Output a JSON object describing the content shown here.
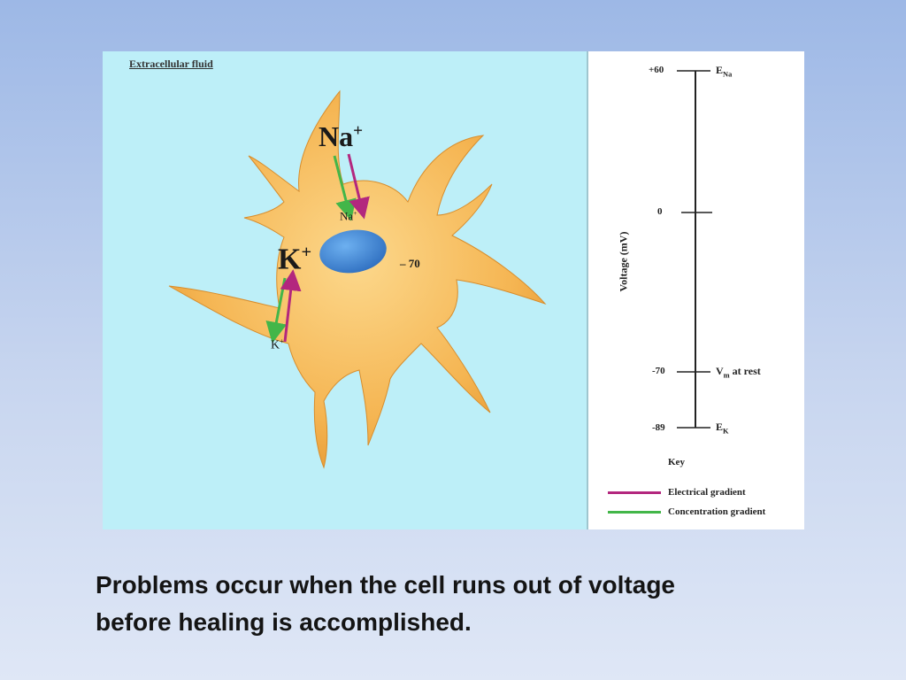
{
  "diagram": {
    "fluid_label": "Extracellular fluid",
    "na_big": "Na",
    "na_big_charge": "+",
    "na_small": "Na",
    "na_small_charge": "+",
    "k_big": "K",
    "k_big_charge": "+",
    "k_small": "K",
    "k_small_charge": "+",
    "cell_voltage": "– 70",
    "colors": {
      "fluid": "#bdeff8",
      "cell": "#f5b552",
      "nucleus": "#3d86d6",
      "electrical": "#b3277e",
      "concentration": "#43b649"
    }
  },
  "scale": {
    "axis_title": "Voltage (mV)",
    "ticks": [
      {
        "value": "+60",
        "marker": "E",
        "marker_sub": "Na",
        "marker_extra": ""
      },
      {
        "value": "0",
        "marker": "",
        "marker_sub": "",
        "marker_extra": ""
      },
      {
        "value": "-70",
        "marker": "V",
        "marker_sub": "m",
        "marker_extra": " at rest"
      },
      {
        "value": "-89",
        "marker": "E",
        "marker_sub": "K",
        "marker_extra": ""
      }
    ],
    "key_title": "Key",
    "key": [
      {
        "label": "Electrical gradient",
        "color": "#b3277e"
      },
      {
        "label": "Concentration gradient",
        "color": "#43b649"
      }
    ]
  },
  "caption": {
    "line1": "Problems occur when the cell runs out of voltage",
    "line2": "before healing is accomplished."
  }
}
